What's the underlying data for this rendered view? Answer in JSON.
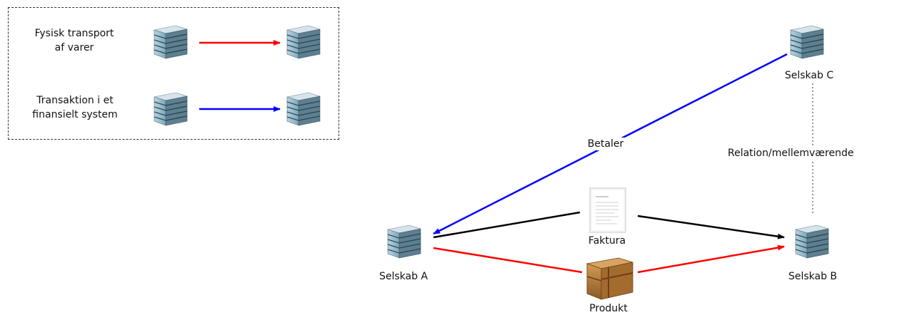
{
  "legend": {
    "rows": [
      {
        "lines": [
          "Fysisk transport",
          "af varer"
        ],
        "arrow_color": "#ff0000"
      },
      {
        "lines": [
          "Transaktion i et",
          "finansielt system"
        ],
        "arrow_color": "#0000ff"
      }
    ]
  },
  "nodes": {
    "company_a": "Selskab A",
    "company_b": "Selskab B",
    "company_c": "Selskab C"
  },
  "labels": {
    "payment": "Betaler",
    "invoice": "Faktura",
    "product": "Produkt",
    "relation": "Relation/mellemværende"
  },
  "colors": {
    "physical": "#ff0000",
    "financial": "#0000ff",
    "invoice_flow": "#000000",
    "building_front": "#8fb6c7",
    "building_side": "#4a6f80"
  },
  "icons": [
    "building-icon",
    "document-icon",
    "package-icon"
  ]
}
